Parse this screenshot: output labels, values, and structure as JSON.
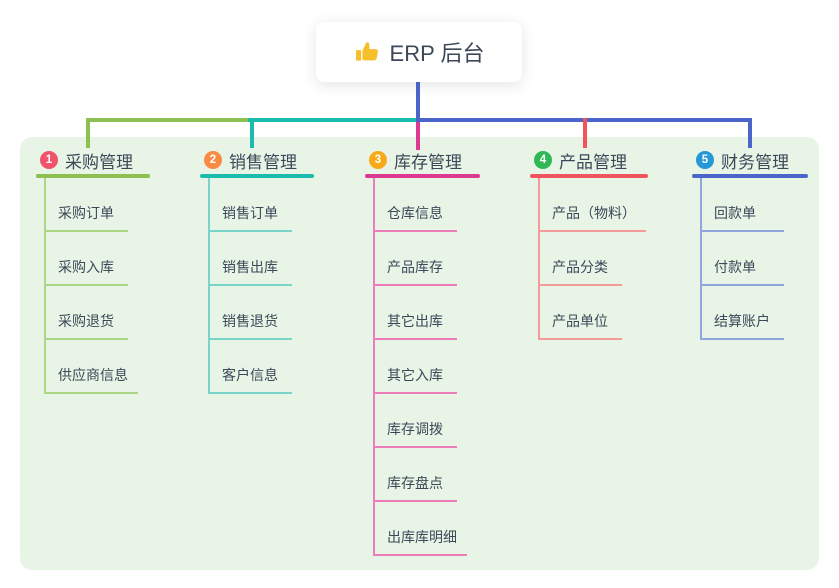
{
  "canvas": {
    "background": "#FFFFFF",
    "panel_background": "#E8F5E6",
    "text_color": "#3C4858"
  },
  "root_node": {
    "icon": "thumbs-up-icon",
    "icon_color": "#F5C02C",
    "title": "ERP 后台"
  },
  "trunk_color": "#4A66CB",
  "branches": [
    {
      "badge": "1",
      "badge_color": "#F0536A",
      "label": "采购管理",
      "color": "#8CC152",
      "color_light": "#ACD787",
      "children": [
        "采购订单",
        "采购入库",
        "采购退货",
        "供应商信息"
      ]
    },
    {
      "badge": "2",
      "badge_color": "#F98B45",
      "label": "销售管理",
      "color": "#1BBCAB",
      "color_light": "#76D4C8",
      "children": [
        "销售订单",
        "销售出库",
        "销售退货",
        "客户信息"
      ]
    },
    {
      "badge": "3",
      "badge_color": "#F7A918",
      "label": "库存管理",
      "color": "#DC3A92",
      "color_light": "#EF7DBB",
      "children": [
        "仓库信息",
        "产品库存",
        "其它出库",
        "其它入库",
        "库存调拨",
        "库存盘点",
        "出库库明细"
      ]
    },
    {
      "badge": "4",
      "badge_color": "#30B857",
      "label": "产品管理",
      "color": "#F0555E",
      "color_light": "#F59A9B",
      "children": [
        "产品（物料）",
        "产品分类",
        "产品单位"
      ]
    },
    {
      "badge": "5",
      "badge_color": "#2598D5",
      "label": "财务管理",
      "color": "#4A66CB",
      "color_light": "#8FA6DF",
      "children": [
        "回款单",
        "付款单",
        "结算账户"
      ]
    }
  ]
}
